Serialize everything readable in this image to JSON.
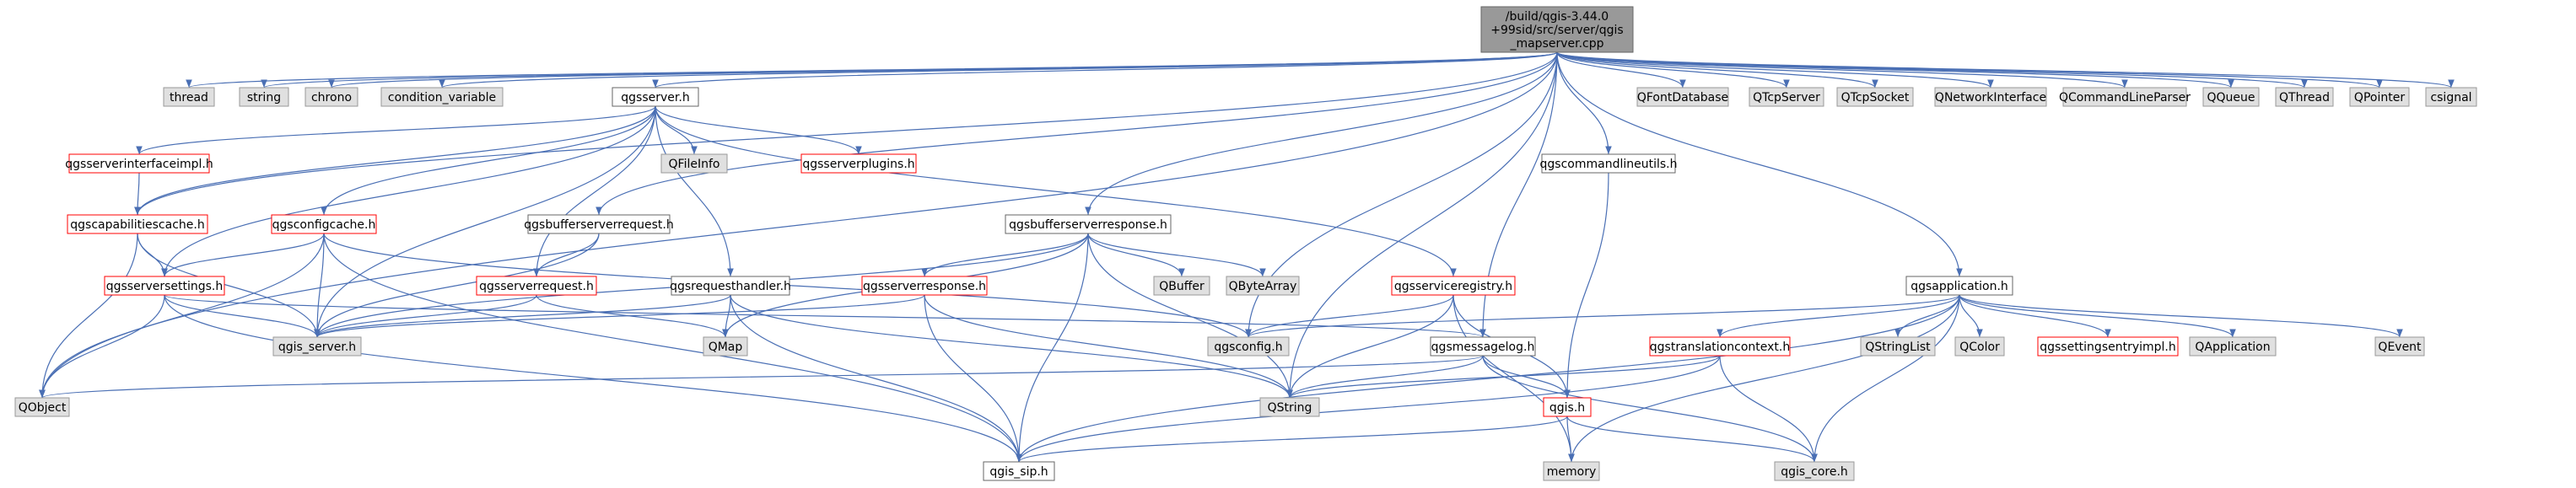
{
  "colors": {
    "root_fill": "#999999",
    "root_stroke": "#666666",
    "external_fill": "#e0e0e0",
    "external_stroke": "#999999",
    "internal_fill": "#ffffff",
    "internal_stroke": "#666666",
    "truncated_stroke": "#ff0000",
    "edge_color": "#4a6fb4",
    "edge_color_dark": "#63b8ff"
  },
  "nodes": {
    "root": {
      "lines": [
        "/build/qgis-3.44.0",
        "+99sid/src/server/qgis",
        "_mapserver.cpp"
      ],
      "kind": "root"
    },
    "thread": {
      "lines": [
        "thread"
      ],
      "kind": "external"
    },
    "string": {
      "lines": [
        "string"
      ],
      "kind": "external"
    },
    "chrono": {
      "lines": [
        "chrono"
      ],
      "kind": "external"
    },
    "condition_variable": {
      "lines": [
        "condition_variable"
      ],
      "kind": "external"
    },
    "qgsserver_h": {
      "lines": [
        "qgsserver.h"
      ],
      "kind": "internal"
    },
    "QFontDatabase": {
      "lines": [
        "QFontDatabase"
      ],
      "kind": "external"
    },
    "QTcpServer": {
      "lines": [
        "QTcpServer"
      ],
      "kind": "external"
    },
    "QTcpSocket": {
      "lines": [
        "QTcpSocket"
      ],
      "kind": "external"
    },
    "QNetworkInterface": {
      "lines": [
        "QNetworkInterface"
      ],
      "kind": "external"
    },
    "QCommandLineParser": {
      "lines": [
        "QCommandLineParser"
      ],
      "kind": "external"
    },
    "QQueue": {
      "lines": [
        "QQueue"
      ],
      "kind": "external"
    },
    "QThread": {
      "lines": [
        "QThread"
      ],
      "kind": "external"
    },
    "QPointer": {
      "lines": [
        "QPointer"
      ],
      "kind": "external"
    },
    "csignal": {
      "lines": [
        "csignal"
      ],
      "kind": "external"
    },
    "qgsserverinterfaceimpl_h": {
      "lines": [
        "qgsserverinterfaceimpl.h"
      ],
      "kind": "truncated"
    },
    "QFileInfo": {
      "lines": [
        "QFileInfo"
      ],
      "kind": "external"
    },
    "qgsserverplugins_h": {
      "lines": [
        "qgsserverplugins.h"
      ],
      "kind": "truncated"
    },
    "qgscommandlineutils_h": {
      "lines": [
        "qgscommandlineutils.h"
      ],
      "kind": "internal"
    },
    "qgscapabilitiescache_h": {
      "lines": [
        "qgscapabilitiescache.h"
      ],
      "kind": "truncated"
    },
    "qgsconfigcache_h": {
      "lines": [
        "qgsconfigcache.h"
      ],
      "kind": "truncated"
    },
    "qgsbufferserverrequest_h": {
      "lines": [
        "qgsbufferserverrequest.h"
      ],
      "kind": "internal"
    },
    "qgsbufferserverresponse_h": {
      "lines": [
        "qgsbufferserverresponse.h"
      ],
      "kind": "internal"
    },
    "qgsserversettings_h": {
      "lines": [
        "qgsserversettings.h"
      ],
      "kind": "truncated"
    },
    "qgsserverrequest_h": {
      "lines": [
        "qgsserverrequest.h"
      ],
      "kind": "truncated"
    },
    "qgsrequesthandler_h": {
      "lines": [
        "qgsrequesthandler.h"
      ],
      "kind": "internal"
    },
    "qgsserverresponse_h": {
      "lines": [
        "qgsserverresponse.h"
      ],
      "kind": "truncated"
    },
    "QBuffer": {
      "lines": [
        "QBuffer"
      ],
      "kind": "external"
    },
    "QByteArray": {
      "lines": [
        "QByteArray"
      ],
      "kind": "external"
    },
    "qgsserviceregistry_h": {
      "lines": [
        "qgsserviceregistry.h"
      ],
      "kind": "truncated"
    },
    "qgsapplication_h": {
      "lines": [
        "qgsapplication.h"
      ],
      "kind": "internal"
    },
    "qgis_server_h": {
      "lines": [
        "qgis_server.h"
      ],
      "kind": "external"
    },
    "QMap": {
      "lines": [
        "QMap"
      ],
      "kind": "external"
    },
    "qgsconfig_h": {
      "lines": [
        "qgsconfig.h"
      ],
      "kind": "external"
    },
    "qgsmessagelog_h": {
      "lines": [
        "qgsmessagelog.h"
      ],
      "kind": "internal"
    },
    "qgstranslationcontext_h": {
      "lines": [
        "qgstranslationcontext.h"
      ],
      "kind": "truncated"
    },
    "QStringList": {
      "lines": [
        "QStringList"
      ],
      "kind": "external"
    },
    "QColor": {
      "lines": [
        "QColor"
      ],
      "kind": "external"
    },
    "qgssettingsentryimpl_h": {
      "lines": [
        "qgssettingsentryimpl.h"
      ],
      "kind": "truncated"
    },
    "QApplication": {
      "lines": [
        "QApplication"
      ],
      "kind": "external"
    },
    "QEvent": {
      "lines": [
        "QEvent"
      ],
      "kind": "external"
    },
    "QObject": {
      "lines": [
        "QObject"
      ],
      "kind": "external"
    },
    "QString": {
      "lines": [
        "QString"
      ],
      "kind": "external"
    },
    "qgis_h": {
      "lines": [
        "qgis.h"
      ],
      "kind": "truncated"
    },
    "memory": {
      "lines": [
        "memory"
      ],
      "kind": "external"
    },
    "qgis_sip_h": {
      "lines": [
        "qgis_sip.h"
      ],
      "kind": "internal"
    },
    "qgis_core_h": {
      "lines": [
        "qgis_core.h"
      ],
      "kind": "external"
    }
  },
  "edges": [
    [
      "root",
      "thread"
    ],
    [
      "root",
      "string"
    ],
    [
      "root",
      "chrono"
    ],
    [
      "root",
      "condition_variable"
    ],
    [
      "root",
      "qgsserver_h"
    ],
    [
      "root",
      "QFontDatabase"
    ],
    [
      "root",
      "QTcpServer"
    ],
    [
      "root",
      "QTcpSocket"
    ],
    [
      "root",
      "QNetworkInterface"
    ],
    [
      "root",
      "QCommandLineParser"
    ],
    [
      "root",
      "QQueue"
    ],
    [
      "root",
      "QThread"
    ],
    [
      "root",
      "QPointer"
    ],
    [
      "root",
      "csignal"
    ],
    [
      "root",
      "qgsbufferserverrequest_h"
    ],
    [
      "root",
      "qgsbufferserverresponse_h"
    ],
    [
      "root",
      "qgscommandlineutils_h"
    ],
    [
      "root",
      "qgsapplication_h"
    ],
    [
      "root",
      "qgsconfig_h"
    ],
    [
      "root",
      "qgsmessagelog_h"
    ],
    [
      "root",
      "QString"
    ],
    [
      "root",
      "qgscapabilitiescache_h"
    ],
    [
      "root",
      "QObject"
    ],
    [
      "qgsserver_h",
      "qgsserverinterfaceimpl_h"
    ],
    [
      "qgsserver_h",
      "QFileInfo"
    ],
    [
      "qgsserver_h",
      "qgsserverplugins_h"
    ],
    [
      "qgsserver_h",
      "qgsconfigcache_h"
    ],
    [
      "qgsserver_h",
      "qgscapabilitiescache_h"
    ],
    [
      "qgsserver_h",
      "qgsserversettings_h"
    ],
    [
      "qgsserver_h",
      "qgsserverrequest_h"
    ],
    [
      "qgsserver_h",
      "qgsrequesthandler_h"
    ],
    [
      "qgsserver_h",
      "qgsserviceregistry_h"
    ],
    [
      "qgsserver_h",
      "qgis_server_h"
    ],
    [
      "qgsserverinterfaceimpl_h",
      "qgscapabilitiescache_h"
    ],
    [
      "qgscapabilitiescache_h",
      "qgsserversettings_h"
    ],
    [
      "qgscapabilitiescache_h",
      "QObject"
    ],
    [
      "qgscapabilitiescache_h",
      "qgis_server_h"
    ],
    [
      "qgsconfigcache_h",
      "qgsserversettings_h"
    ],
    [
      "qgsconfigcache_h",
      "QObject"
    ],
    [
      "qgsconfigcache_h",
      "qgis_server_h"
    ],
    [
      "qgsconfigcache_h",
      "qgis_sip_h"
    ],
    [
      "qgsconfigcache_h",
      "qgsconfig_h"
    ],
    [
      "qgsbufferserverrequest_h",
      "qgsserverrequest_h"
    ],
    [
      "qgsbufferserverrequest_h",
      "qgis_server_h"
    ],
    [
      "qgsbufferserverresponse_h",
      "qgsserverresponse_h"
    ],
    [
      "qgsbufferserverresponse_h",
      "QBuffer"
    ],
    [
      "qgsbufferserverresponse_h",
      "QByteArray"
    ],
    [
      "qgsbufferserverresponse_h",
      "QMap"
    ],
    [
      "qgsbufferserverresponse_h",
      "QString"
    ],
    [
      "qgsbufferserverresponse_h",
      "qgis_server_h"
    ],
    [
      "qgsbufferserverresponse_h",
      "qgis_sip_h"
    ],
    [
      "qgsserversettings_h",
      "qgis_server_h"
    ],
    [
      "qgsserversettings_h",
      "QObject"
    ],
    [
      "qgsserversettings_h",
      "qgsmessagelog_h"
    ],
    [
      "qgsserversettings_h",
      "qgis_sip_h"
    ],
    [
      "qgsserverrequest_h",
      "qgis_server_h"
    ],
    [
      "qgsserverrequest_h",
      "QMap"
    ],
    [
      "qgsrequesthandler_h",
      "qgis_server_h"
    ],
    [
      "qgsrequesthandler_h",
      "QMap"
    ],
    [
      "qgsrequesthandler_h",
      "QString"
    ],
    [
      "qgsrequesthandler_h",
      "qgis_sip_h"
    ],
    [
      "qgsserverresponse_h",
      "qgis_server_h"
    ],
    [
      "qgsserverresponse_h",
      "QString"
    ],
    [
      "qgsserverresponse_h",
      "qgis_sip_h"
    ],
    [
      "qgsserviceregistry_h",
      "qgsconfig_h"
    ],
    [
      "qgsserviceregistry_h",
      "QString"
    ],
    [
      "qgsserviceregistry_h",
      "memory"
    ],
    [
      "qgsserviceregistry_h",
      "qgis_h"
    ],
    [
      "qgscommandlineutils_h",
      "qgis_h"
    ],
    [
      "qgsapplication_h",
      "qgsconfig_h"
    ],
    [
      "qgsapplication_h",
      "qgstranslationcontext_h"
    ],
    [
      "qgsapplication_h",
      "QStringList"
    ],
    [
      "qgsapplication_h",
      "QColor"
    ],
    [
      "qgsapplication_h",
      "qgssettingsentryimpl_h"
    ],
    [
      "qgsapplication_h",
      "QApplication"
    ],
    [
      "qgsapplication_h",
      "QEvent"
    ],
    [
      "qgsapplication_h",
      "qgis_core_h"
    ],
    [
      "qgsapplication_h",
      "qgis_sip_h"
    ],
    [
      "qgsapplication_h",
      "memory"
    ],
    [
      "qgsmessagelog_h",
      "QObject"
    ],
    [
      "qgsmessagelog_h",
      "QString"
    ],
    [
      "qgsmessagelog_h",
      "qgis_h"
    ],
    [
      "qgsmessagelog_h",
      "qgis_core_h"
    ],
    [
      "qgstranslationcontext_h",
      "QString"
    ],
    [
      "qgstranslationcontext_h",
      "qgis_core_h"
    ],
    [
      "qgstranslationcontext_h",
      "qgis_sip_h"
    ],
    [
      "qgis_h",
      "memory"
    ],
    [
      "qgis_h",
      "qgis_core_h"
    ],
    [
      "qgis_h",
      "qgis_sip_h"
    ]
  ]
}
